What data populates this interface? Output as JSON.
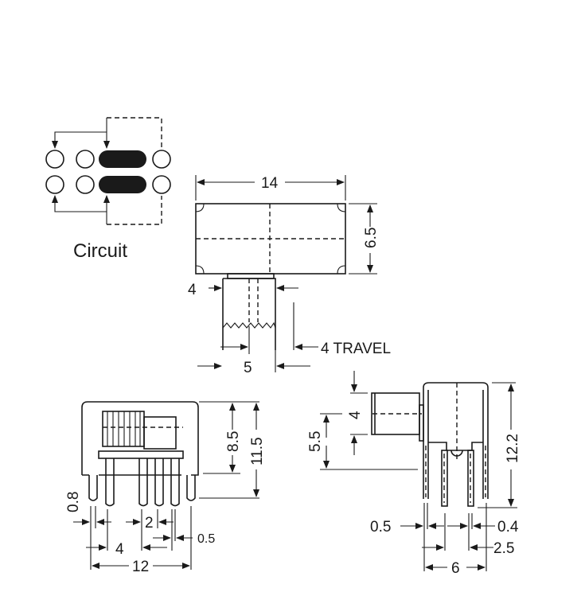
{
  "circuit": {
    "label": "Circuit"
  },
  "top_view": {
    "width": "14",
    "height": "6.5",
    "actuator_width": "4",
    "travel": "4 TRAVEL",
    "actuator_offset": "5"
  },
  "front_view": {
    "body_height": "8.5",
    "total_height": "11.5",
    "pin_width": "0.8",
    "pin_pitch": "2",
    "pin_thickness": "0.5",
    "pin_spacing": "4",
    "overall_pitch": "12"
  },
  "side_view": {
    "actuator_height": "5.5",
    "actuator_size": "4",
    "total_height": "12.2",
    "pin_left": "0.5",
    "pin_right": "0.4",
    "pin_offset": "2.5",
    "width": "6"
  }
}
